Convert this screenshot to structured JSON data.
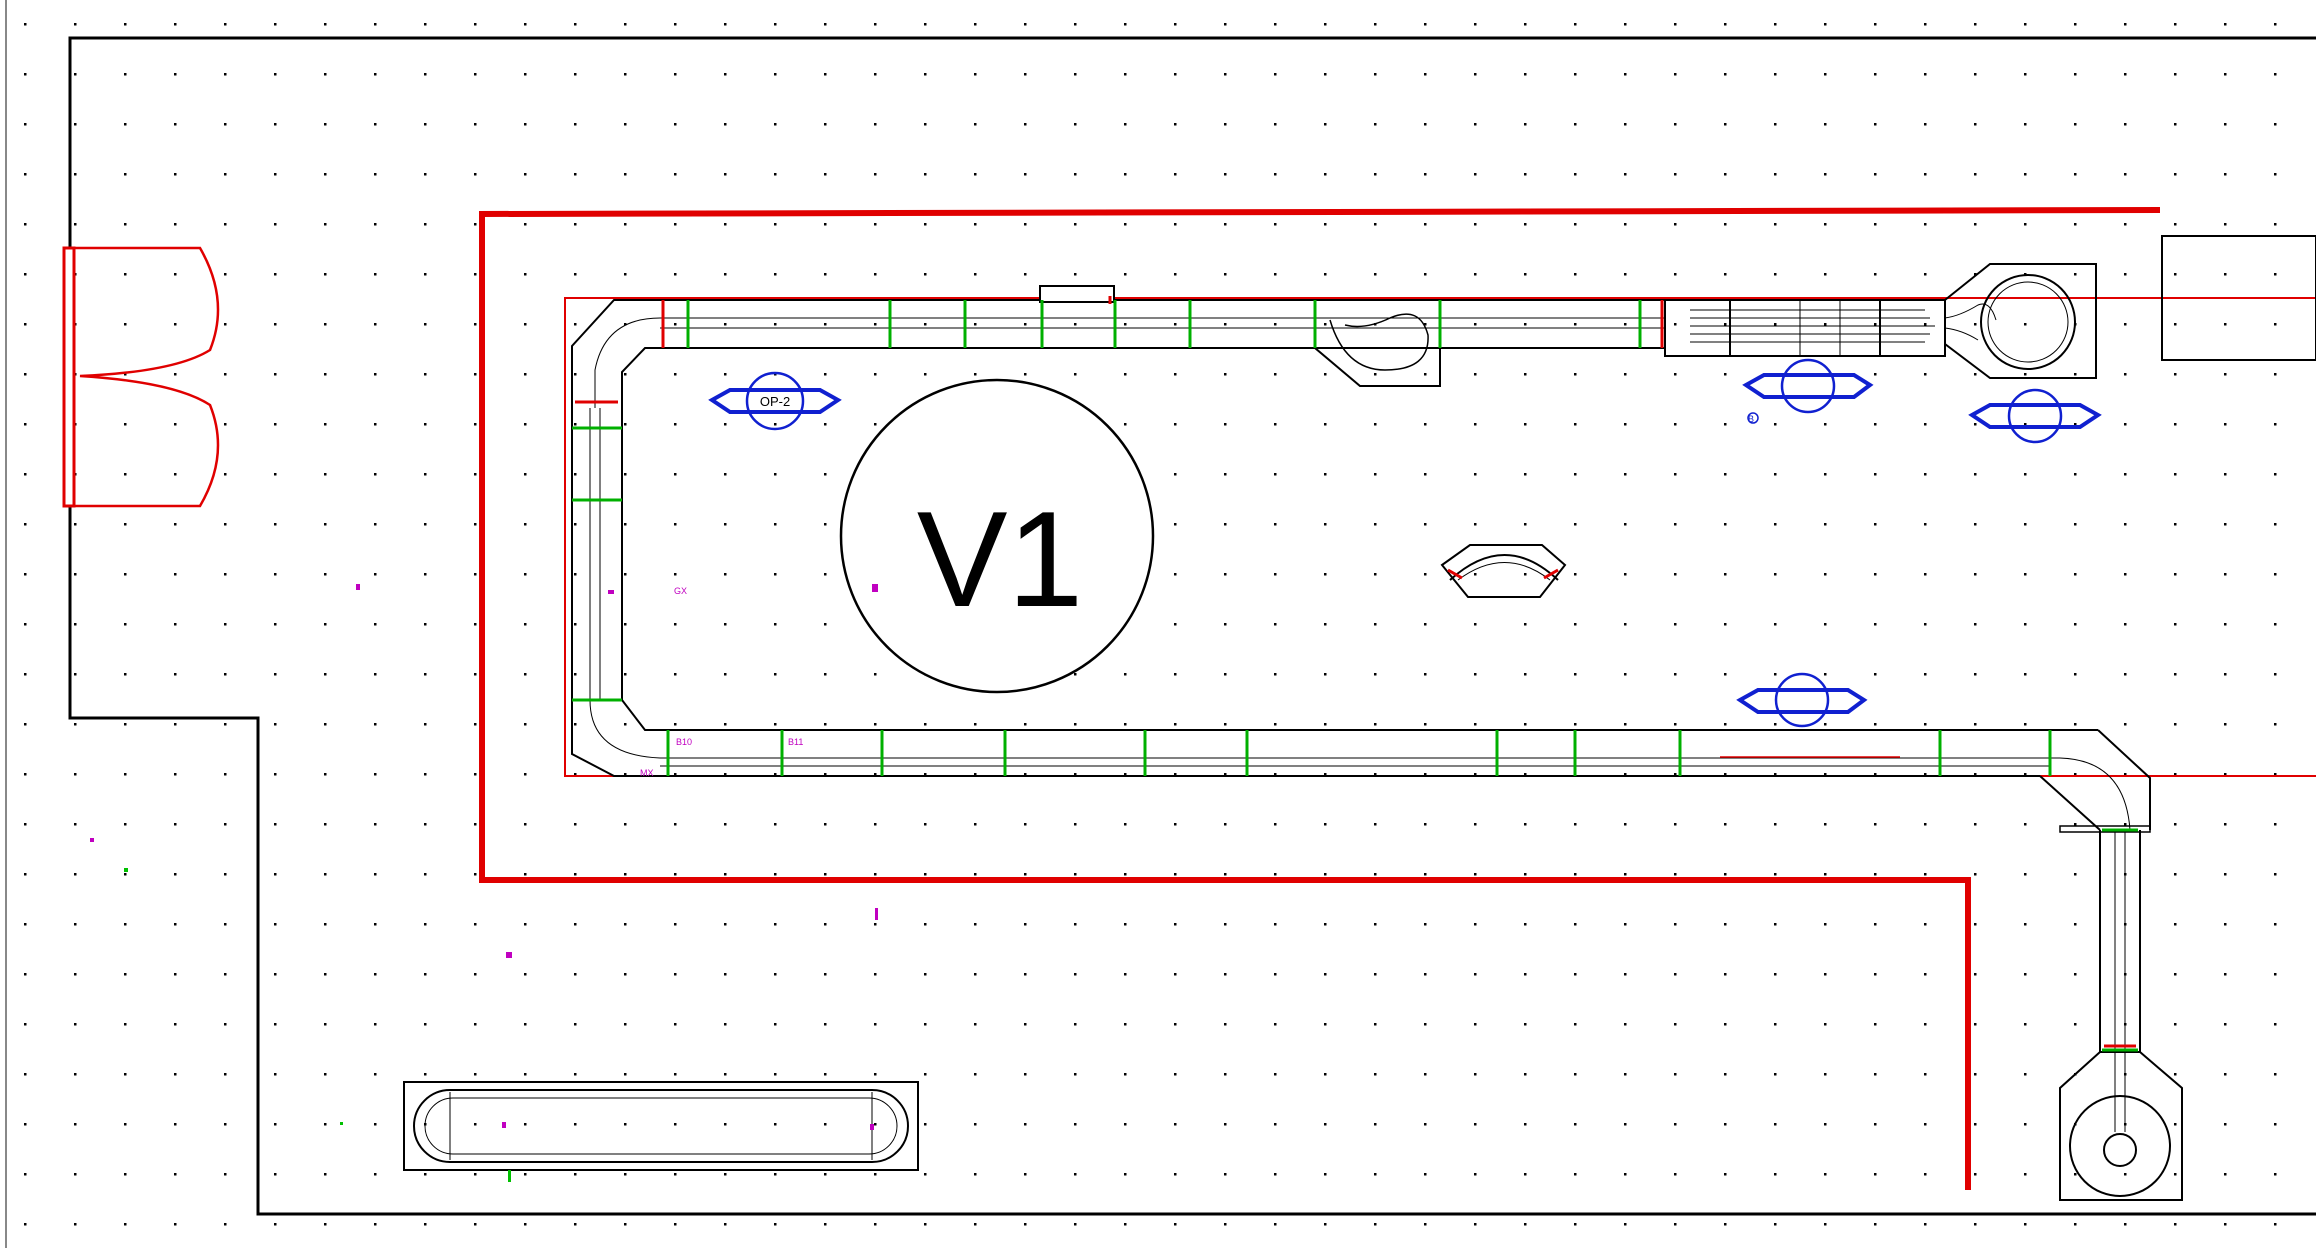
{
  "diagram": {
    "zone_label": "V1",
    "operator_labels": [
      "OP-2"
    ],
    "segment_labels": [
      "B10",
      "B11"
    ],
    "marker_labels": [
      "GX",
      "MX",
      "B"
    ]
  },
  "colors": {
    "wall": "#000000",
    "safety_fence": "#e00000",
    "operator": "#1020d0",
    "section_joint": "#00c000",
    "annotation": "#c000c0",
    "grid_dot": "#000000"
  },
  "icons": {
    "operator_station": "operator-station-icon",
    "door_swing": "double-door-icon",
    "turntable": "turntable-icon"
  }
}
